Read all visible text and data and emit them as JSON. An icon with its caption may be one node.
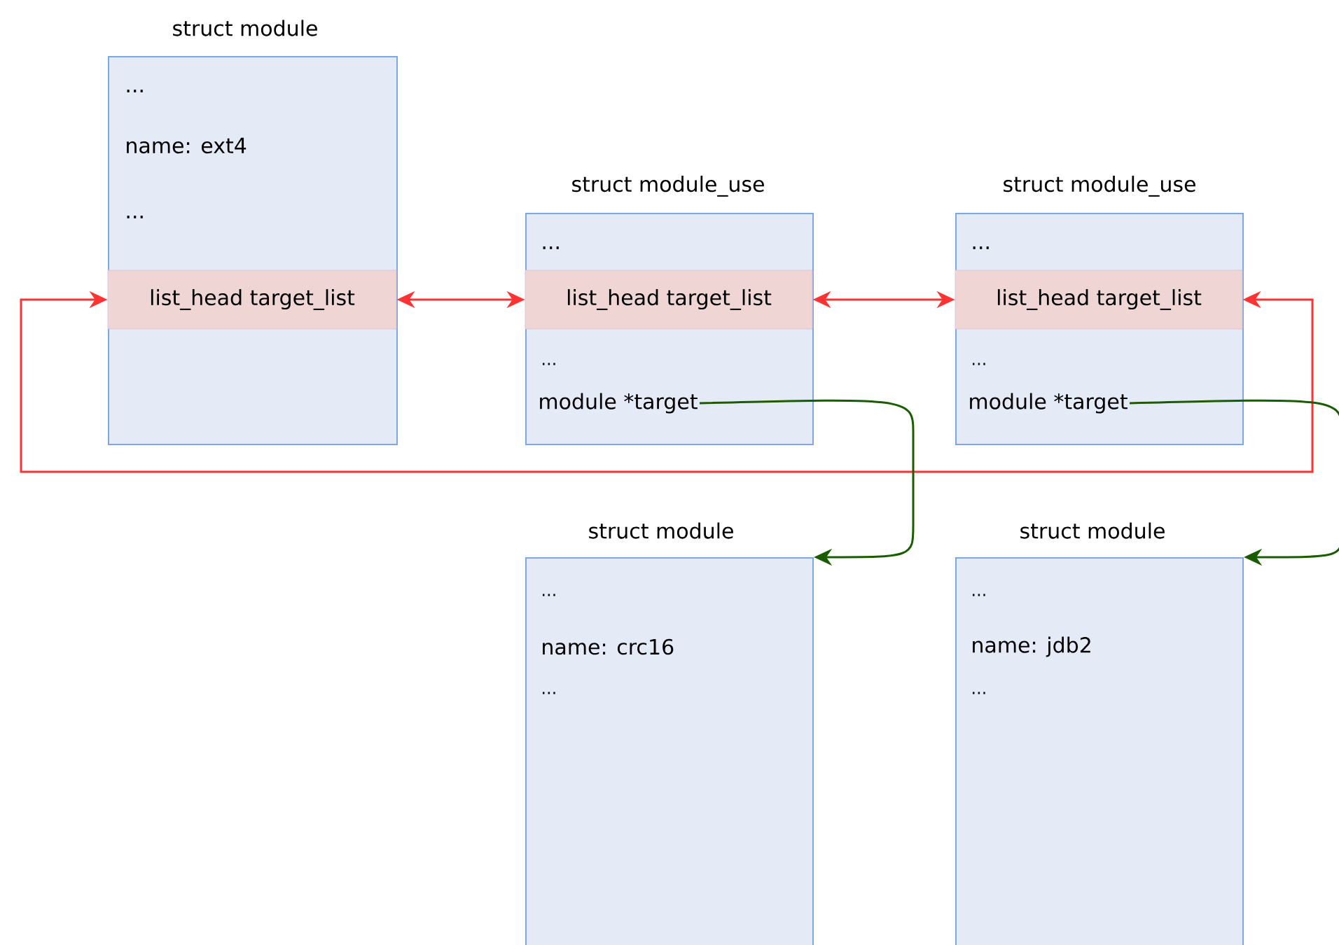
{
  "diagram": {
    "nodes": [
      {
        "text": [
          "struct module",
          "...",
          "name: ext4",
          "..."
        ]
      },
      {
        "text": [
          "list_head target_list"
        ],
        "in": 0
      },
      {
        "text": [
          "struct module_use",
          "...",
          "..."
        ]
      },
      {
        "text": [
          "list_head target_list"
        ],
        "in": 2
      },
      {
        "text": [
          "module  *target"
        ],
        "in": 2
      },
      {
        "text": [
          "struct module_use",
          "...",
          "..."
        ]
      },
      {
        "text": [
          "list_head target_list"
        ],
        "in": 5
      },
      {
        "text": [
          "module  *target"
        ],
        "in": 5
      },
      {
        "text": [
          "struct module",
          "...",
          "name: crc16",
          "..."
        ]
      },
      {
        "text": [
          "struct module",
          "...",
          "name: jdb2",
          "..."
        ]
      }
    ],
    "edges": [
      {
        "from": 1,
        "to": 3,
        "arrow": "both"
      },
      {
        "from": 3,
        "to": 6,
        "arrow": "both"
      },
      {
        "from": 6,
        "to": 1,
        "arrow": "both"
      },
      {
        "from": 4,
        "to": 8,
        "arrow": "to",
        "color": "#1a5c00"
      },
      {
        "from": 7,
        "to": 9,
        "arrow": "to",
        "color": "#1a5c00"
      }
    ]
  }
}
